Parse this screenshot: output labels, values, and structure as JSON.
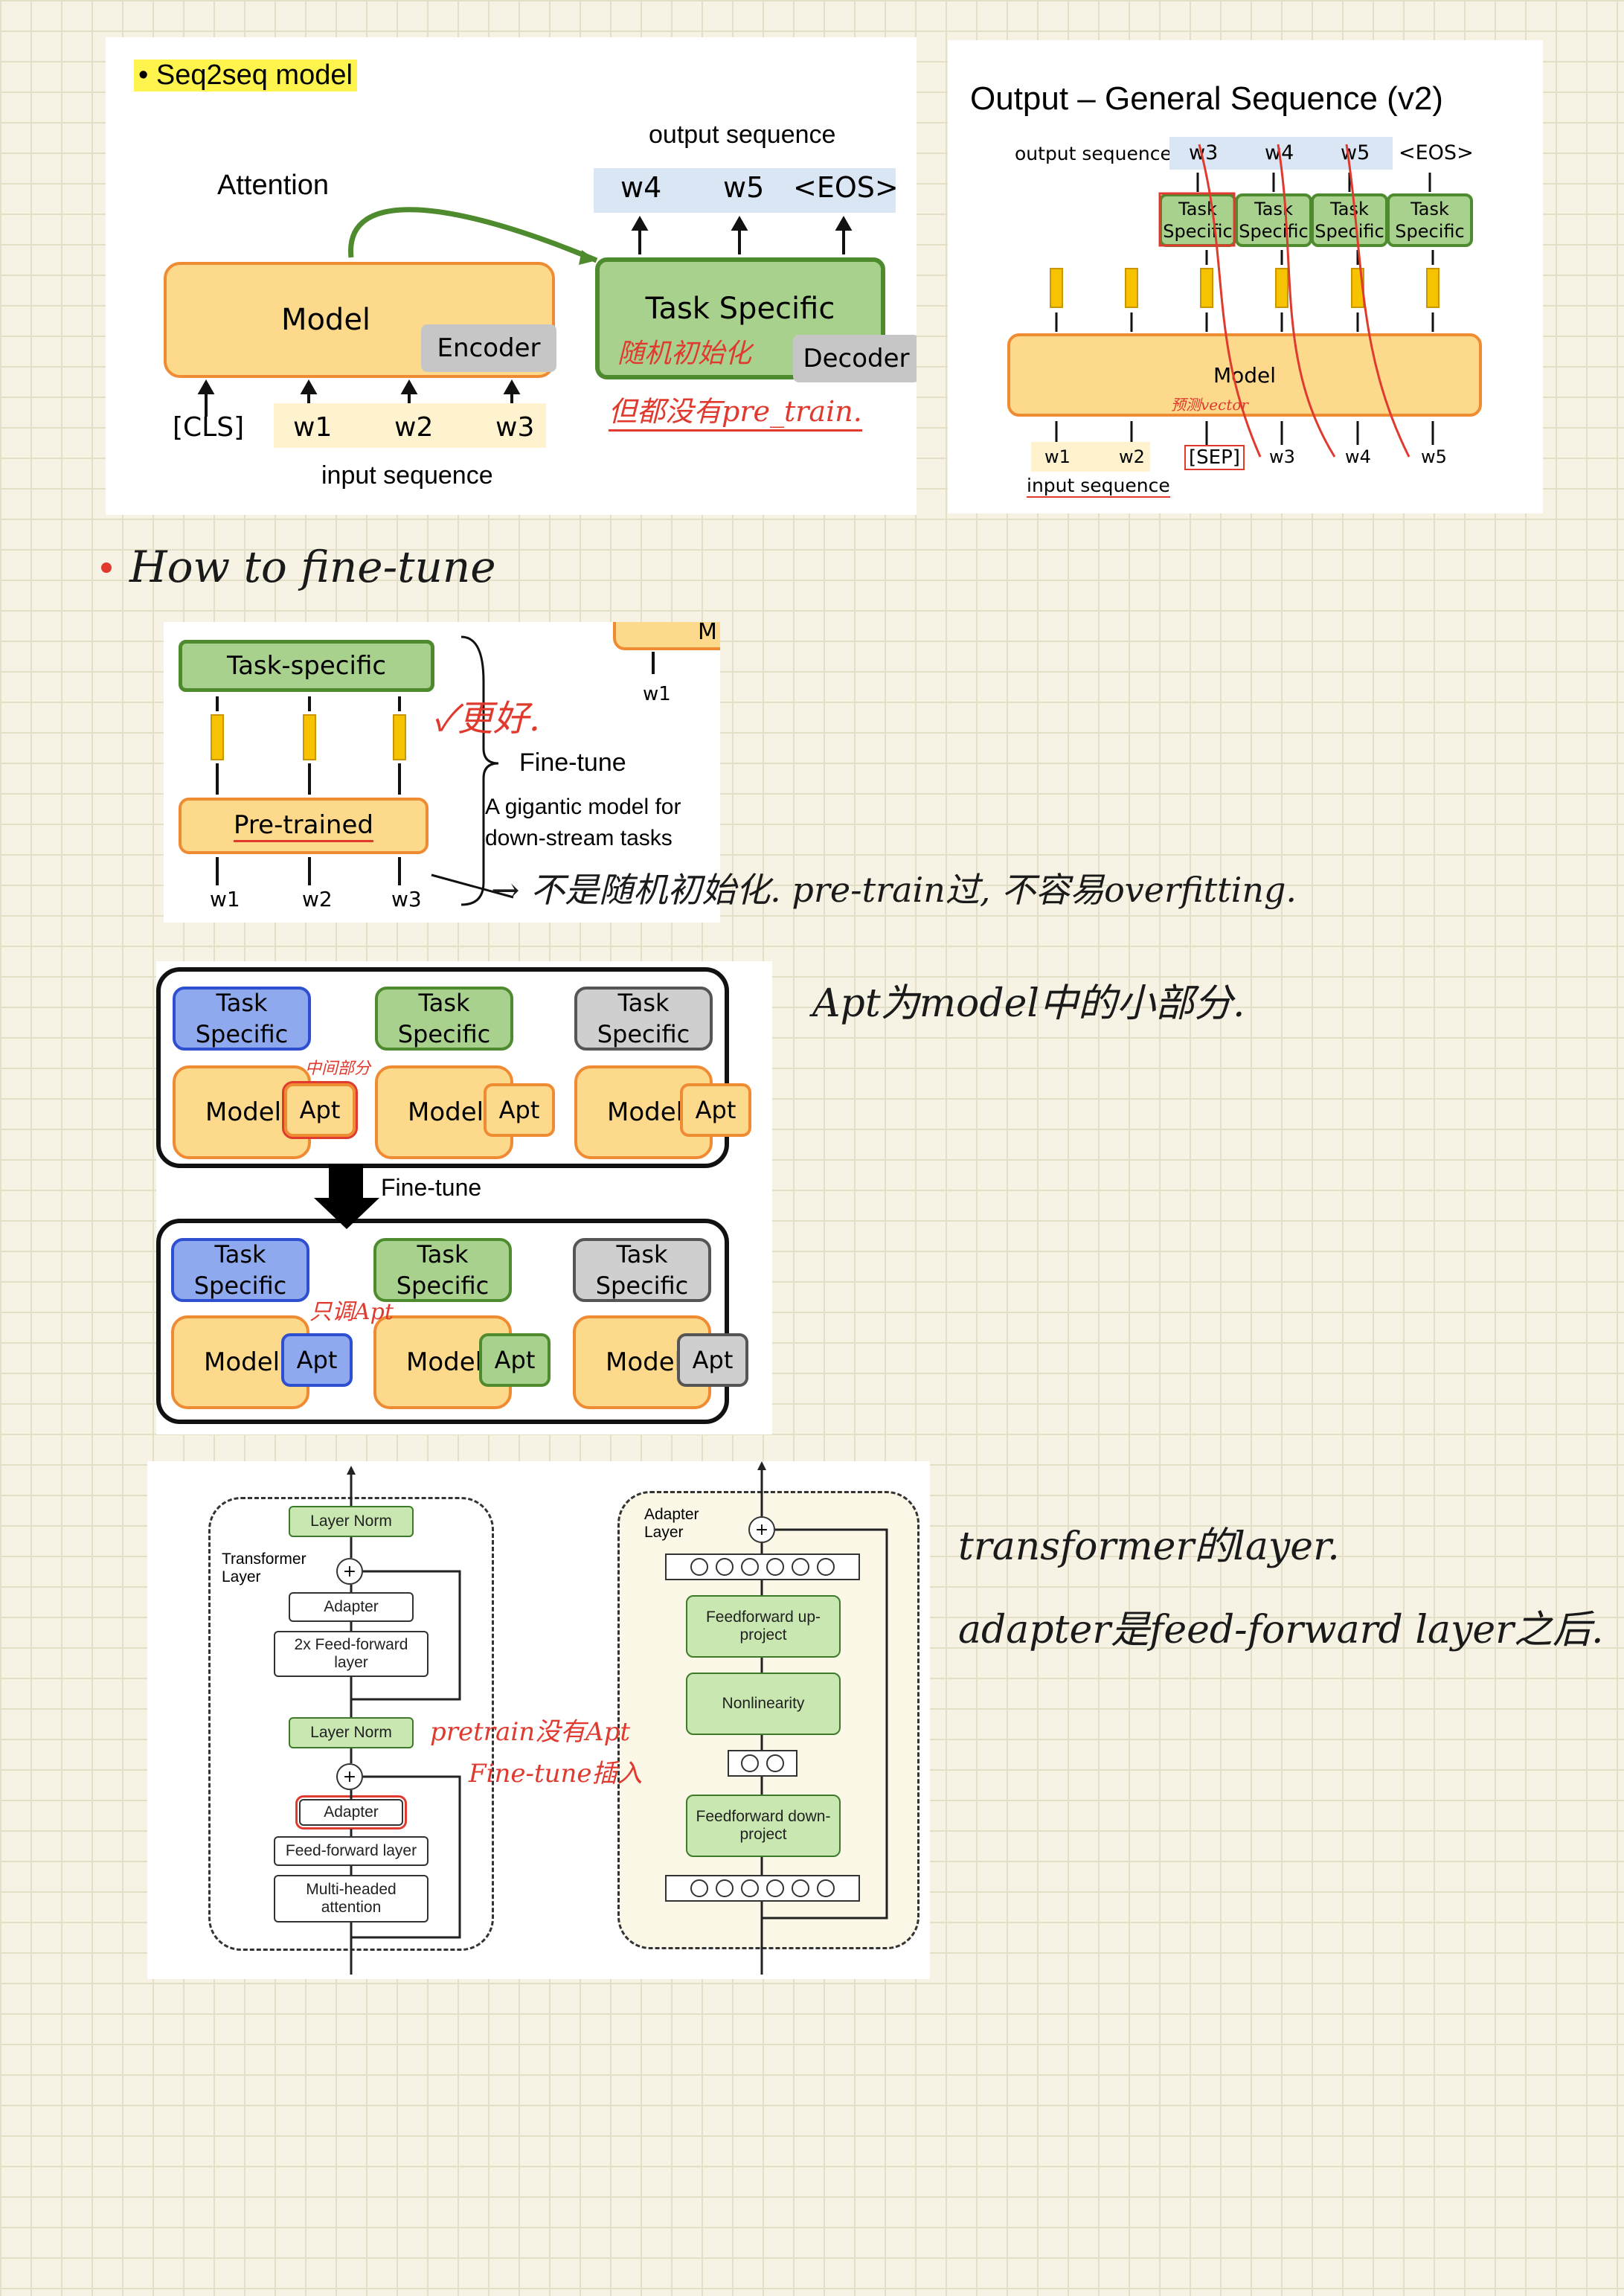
{
  "seq2seq": {
    "bullet": "• Seq2seq model",
    "attention": "Attention",
    "output_sequence": "output sequence",
    "outputs": [
      "w4",
      "w5",
      "<EOS>"
    ],
    "model": "Model",
    "encoder": "Encoder",
    "task_specific": "Task Specific",
    "decoder": "Decoder",
    "inputs": [
      "[CLS]",
      "w1",
      "w2",
      "w3"
    ],
    "input_sequence": "input sequence",
    "note_red_1": "随机初始化",
    "note_red_2": "但都没有pre_train."
  },
  "general_v2": {
    "title": "Output – General Sequence (v2)",
    "output_sequence": "output sequence",
    "outputs": [
      "w3",
      "w4",
      "w5",
      "<EOS>"
    ],
    "task_label": "Task Specific",
    "model": "Model",
    "red_note": "预测vector",
    "inputs": [
      "w1",
      "w2",
      "[SEP]",
      "w3",
      "w4",
      "w5"
    ],
    "input_sequence": "input sequence"
  },
  "how_to_finetune": {
    "heading": "How to fine-tune",
    "task_specific": "Task-specific",
    "pre_trained": "Pre-trained",
    "inputs": [
      "w1",
      "w2",
      "w3"
    ],
    "fine_tune": "Fine-tune",
    "desc_line1": "A gigantic model for",
    "desc_line2": "down-stream tasks",
    "partial_w": "w1",
    "partial_m": "M",
    "red_check": "✓更好.",
    "handwritten_note": "→ 不是随机初始化. pre-train过, 不容易overfitting."
  },
  "adapter_diagram": {
    "top_tasks": [
      "Task Specific",
      "Task Specific",
      "Task Specific"
    ],
    "model": "Model",
    "apt": "Apt",
    "fine_tune": "Fine-tune",
    "bottom_tasks": [
      "Task Specific",
      "Task Specific",
      "Task Specific"
    ],
    "red_top": "中间部分",
    "red_bottom": "只调Apt",
    "side_note": "Apt为model中的小部分."
  },
  "transformer_adapter": {
    "transformer_layer_label": "Transformer Layer",
    "layer_norm": "Layer Norm",
    "adapter": "Adapter",
    "feedforward_2x": "2x Feed-forward layer",
    "feedforward": "Feed-forward layer",
    "multihead": "Multi-headed attention",
    "plus": "+",
    "adapter_layer_label": "Adapter Layer",
    "ff_up": "Feedforward up-project",
    "nonlinearity": "Nonlinearity",
    "ff_down": "Feedforward down-project",
    "red_note_1": "pretrain没有Apt",
    "red_note_2": "Fine-tune插入",
    "side_note_1": "transformer的layer.",
    "side_note_2": "adapter是feed-forward layer之后."
  },
  "colors": {
    "orange_fill": "#fdd98b",
    "orange_border": "#ef8b33",
    "green_fill": "#a9d18e",
    "blue_fill": "#8fa9ee",
    "grey_fill": "#cfcfcf",
    "annotation_red": "#e03a2f",
    "highlight": "#fff34d"
  }
}
